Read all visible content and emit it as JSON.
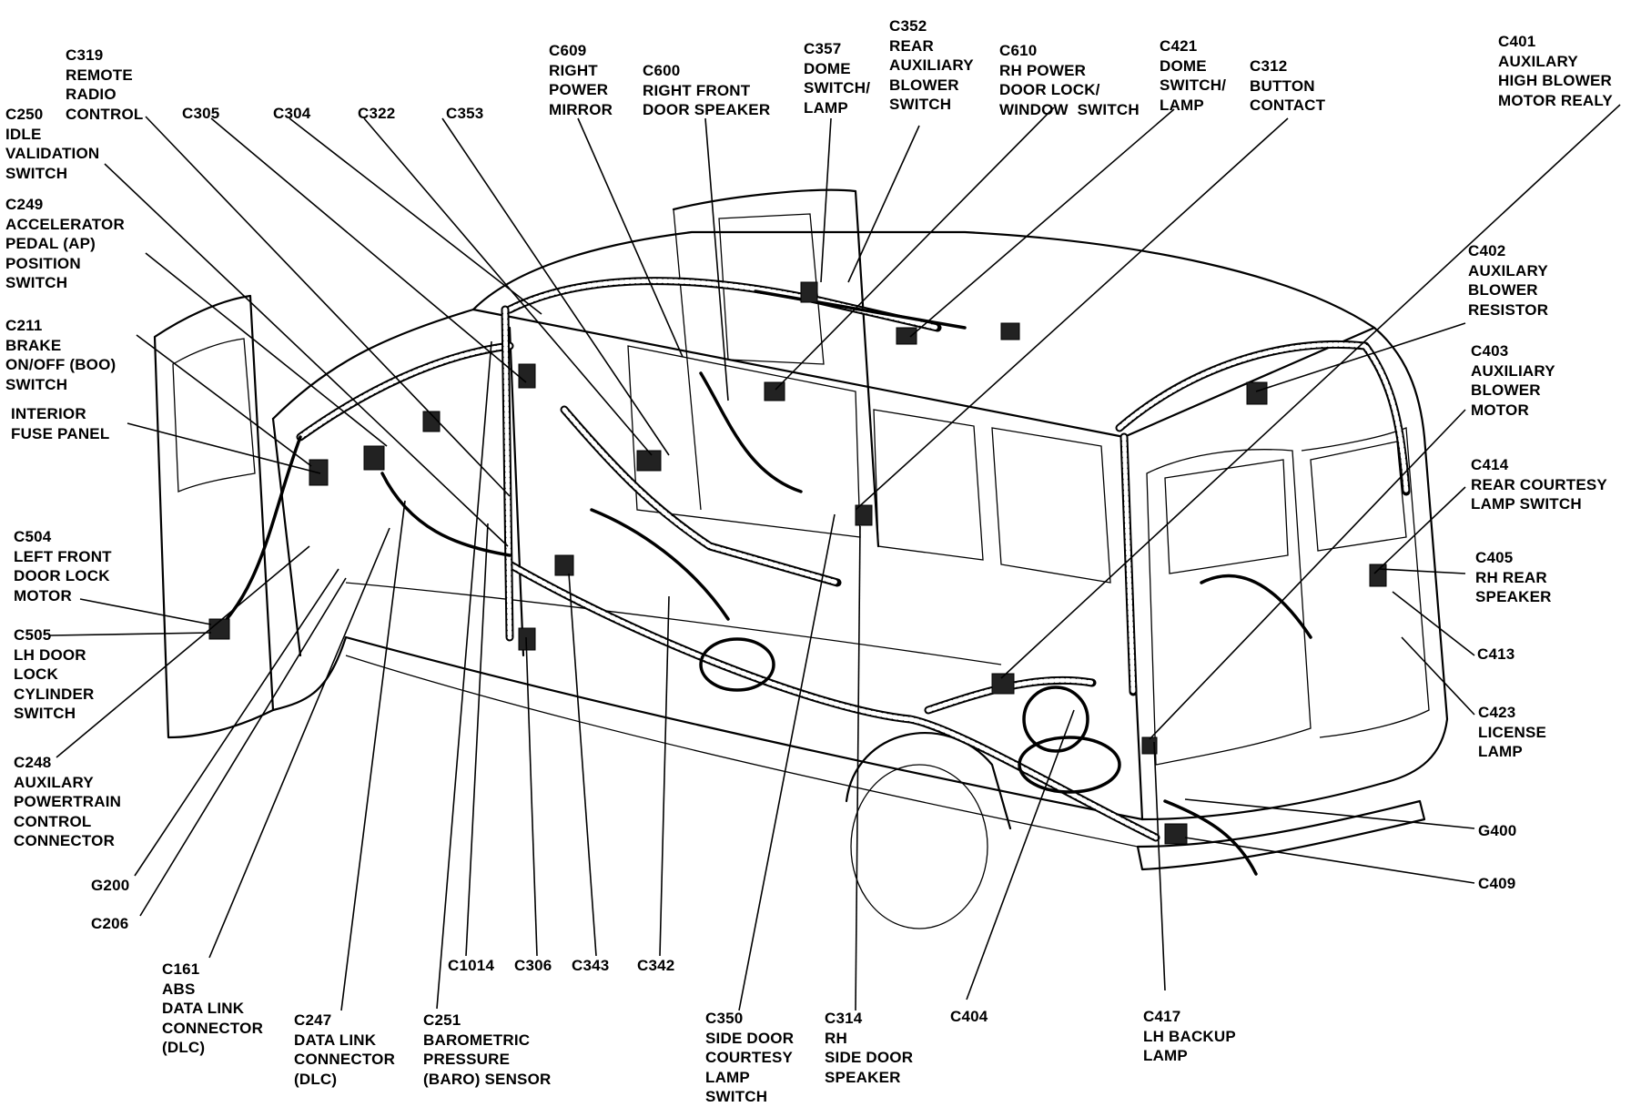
{
  "labels": {
    "c319": "C319\nREMOTE\nRADIO\nCONTROL",
    "c250": "C250\nIDLE\nVALIDATION\nSWITCH",
    "c305": "C305",
    "c304": "C304",
    "c322": "C322",
    "c353": "C353",
    "c609": "C609\nRIGHT\nPOWER\nMIRROR",
    "c600": "C600\nRIGHT FRONT\nDOOR SPEAKER",
    "c357": "C357\nDOME\nSWITCH/\nLAMP",
    "c352": "C352\nREAR\nAUXILIARY\nBLOWER\nSWITCH",
    "c610": "C610\nRH POWER\nDOOR LOCK/\nWINDOW  SWITCH",
    "c421": "C421\nDOME\nSWITCH/\nLAMP",
    "c312": "C312\nBUTTON\nCONTACT",
    "c401": "C401\nAUXILARY\nHIGH BLOWER\nMOTOR REALY",
    "c249": "C249\nACCELERATOR\nPEDAL (AP)\nPOSITION\nSWITCH",
    "c211": "C211\nBRAKE\nON/OFF (BOO)\nSWITCH",
    "fuse": "INTERIOR\nFUSE PANEL",
    "c504": "C504\nLEFT FRONT\nDOOR LOCK\nMOTOR",
    "c505": "C505\nLH DOOR\nLOCK\nCYLINDER\nSWITCH",
    "c248": "C248\nAUXILARY\nPOWERTRAIN\nCONTROL\nCONNECTOR",
    "g200": "G200",
    "c206": "C206",
    "c161": "C161\nABS\nDATA LINK\nCONNECTOR\n(DLC)",
    "c247": "C247\nDATA LINK\nCONNECTOR\n(DLC)",
    "c251": "C251\nBAROMETRIC\nPRESSURE\n(BARO) SENSOR",
    "c1014": "C1014",
    "c306": "C306",
    "c343": "C343",
    "c342": "C342",
    "c350": "C350\nSIDE DOOR\nCOURTESY\nLAMP\nSWITCH",
    "c314": "C314\nRH\nSIDE DOOR\nSPEAKER",
    "c404": "C404",
    "c417": "C417\nLH BACKUP\nLAMP",
    "c402": "C402\nAUXILARY\nBLOWER\nRESISTOR",
    "c403": "C403\nAUXILIARY\nBLOWER\nMOTOR",
    "c414": "C414\nREAR COURTESY\nLAMP SWITCH",
    "c405": "C405\nRH REAR\nSPEAKER",
    "c413": "C413",
    "c423": "C423\nLICENSE\nLAMP",
    "g400": "G400",
    "c409": "C409"
  }
}
